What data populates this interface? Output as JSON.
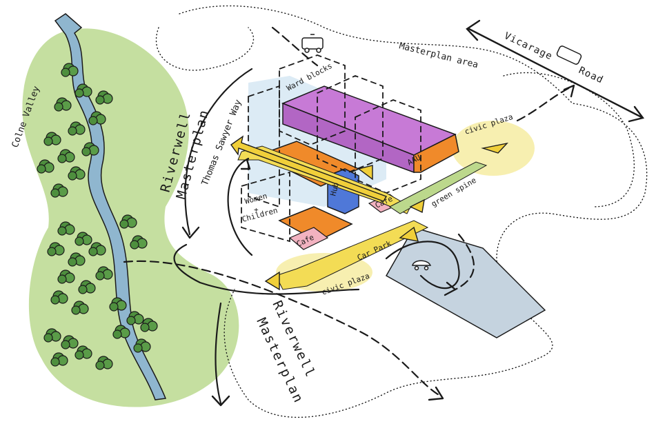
{
  "labels": {
    "colne_valley": "Colne Valley",
    "riverwell_masterplan_left_1": "Riverwell",
    "riverwell_masterplan_left_2": "Masterplan",
    "thomas_sawyer_way": "Thomas Sawyer Way",
    "masterplan_area": "Masterplan area",
    "vicarage": "Vicarage",
    "road": "Road",
    "ward_blocks": "Ward blocks",
    "civic_plaza_top": "civic plaza",
    "civic_plaza_bottom": "civic plaza",
    "aau": "AAU",
    "hub": "Hub",
    "green_spine": "green spine",
    "women_children_1": "Women",
    "women_children_2": "+",
    "women_children_3": "Children",
    "cafe_left": "Cafe",
    "cafe_right": "Cafe",
    "car_park": "Car Park",
    "riverwell_masterplan_bottom_1": "Riverwell",
    "riverwell_masterplan_bottom_2": "Masterplan"
  },
  "colors": {
    "green_area": "#c5dfa0",
    "river": "#8fb6cf",
    "tree": "#4e8f3e",
    "plaza_yellow": "#f7efb0",
    "path_yellow": "#f3dc55",
    "arrow_yellow": "#f0cf3a",
    "purple": "#c77ad6",
    "orange": "#f08a2a",
    "hub_blue": "#4f78d8",
    "glass_blue": "#dcebf5",
    "car_park": "#c5d3df",
    "pink": "#f2b2c0",
    "ink": "#1a1a1a"
  },
  "icons": [
    "ambulance-icon",
    "bus-icon",
    "car-icon"
  ]
}
